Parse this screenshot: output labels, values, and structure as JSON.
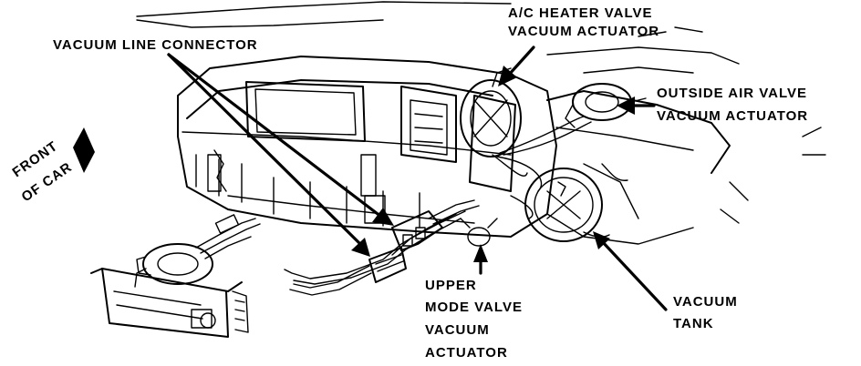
{
  "labels": {
    "vacuum_line_connector": "VACUUM LINE CONNECTOR",
    "ac_heater_valve_line1": "A/C HEATER VALVE",
    "ac_heater_valve_line2": "VACUUM ACTUATOR",
    "outside_air_valve_line1": "OUTSIDE AIR VALVE",
    "outside_air_valve_line2": "VACUUM ACTUATOR",
    "front_of_car_line1": "FRONT",
    "front_of_car_line2": "OF CAR",
    "upper_mode_line1": "UPPER",
    "upper_mode_line2": "MODE VALVE",
    "upper_mode_line3": "VACUUM",
    "upper_mode_line4": "ACTUATOR",
    "vacuum_tank_line1": "VACUUM",
    "vacuum_tank_line2": "TANK"
  }
}
